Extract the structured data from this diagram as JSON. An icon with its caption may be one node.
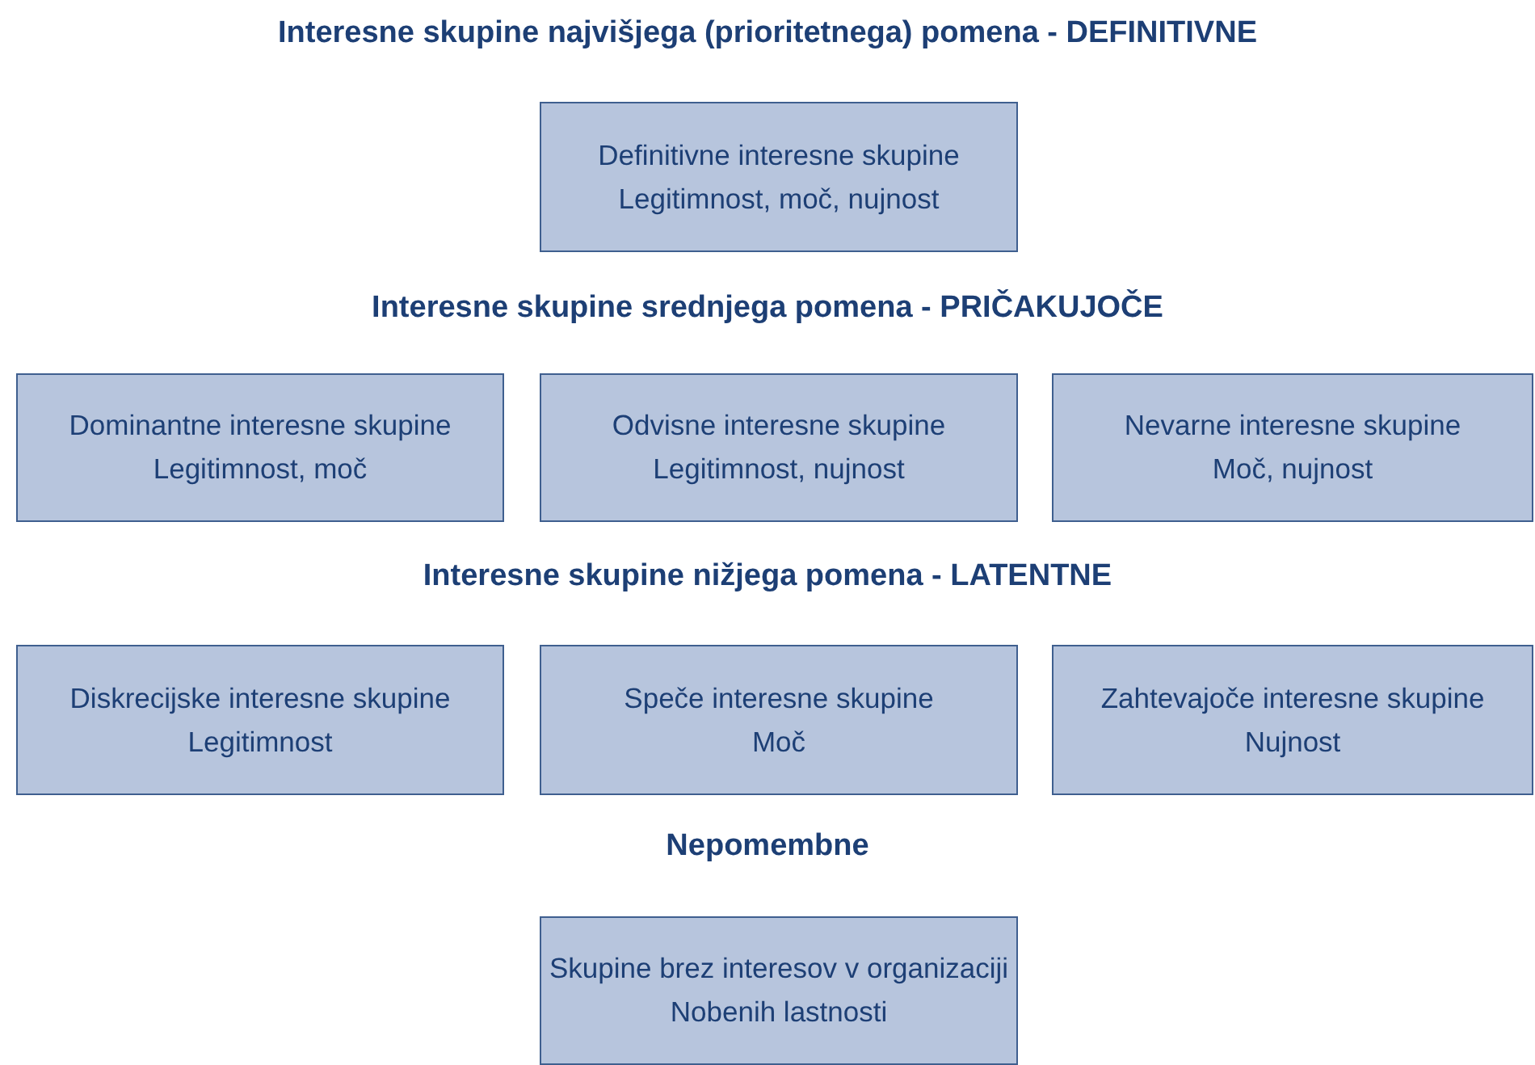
{
  "diagram": {
    "nodes": [
      {
        "text": [
          "Definitivne interesne skupine",
          "Legitimnost, moč, nujnost"
        ]
      },
      {
        "text": [
          "Dominantne interesne skupine",
          "Legitimnost, moč"
        ]
      },
      {
        "text": [
          "Odvisne interesne skupine",
          "Legitimnost, nujnost"
        ]
      },
      {
        "text": [
          "Nevarne interesne skupine",
          "Moč, nujnost"
        ]
      },
      {
        "text": [
          "Diskrecijske interesne skupine",
          "Legitimnost"
        ]
      },
      {
        "text": [
          "Speče interesne skupine",
          "Moč"
        ]
      },
      {
        "text": [
          "Zahtevajoče interesne skupine",
          "Nujnost"
        ]
      },
      {
        "text": [
          "Skupine brez interesov v organizaciji",
          "Nobenih lastnosti"
        ]
      }
    ],
    "labels": [
      "Interesne skupine najvišjega (prioritetnega) pomena - DEFINITIVNE",
      "Interesne skupine srednjega pomena - PRIČAKUJOČE",
      "Interesne skupine nižjega pomena - LATENTNE",
      "Nepomembne"
    ]
  }
}
